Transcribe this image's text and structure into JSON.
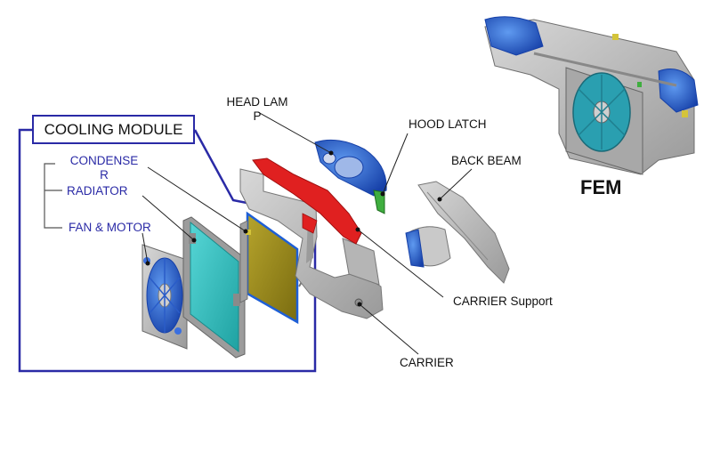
{
  "diagram": {
    "module_title": "COOLING MODULE",
    "fem_label": "FEM",
    "labels": {
      "condenser_line1": "CONDENSE",
      "condenser_line2": "R",
      "radiator": "RADIATOR",
      "fan_motor": "FAN & MOTOR",
      "head_lamp_line1": "HEAD LAM",
      "head_lamp_line2": "P",
      "hood_latch": "HOOD LATCH",
      "back_beam": "BACK BEAM",
      "carrier_support": "CARRIER Support",
      "carrier": "CARRIER"
    },
    "colors": {
      "frame_blue": "#2a2aa6",
      "part_blue": "#1e5fd6",
      "carrier_gray": "#bdbdbd",
      "support_red": "#e02020",
      "condenser_olive": "#9a8a1e",
      "radiator_teal": "#33bfbf"
    }
  }
}
